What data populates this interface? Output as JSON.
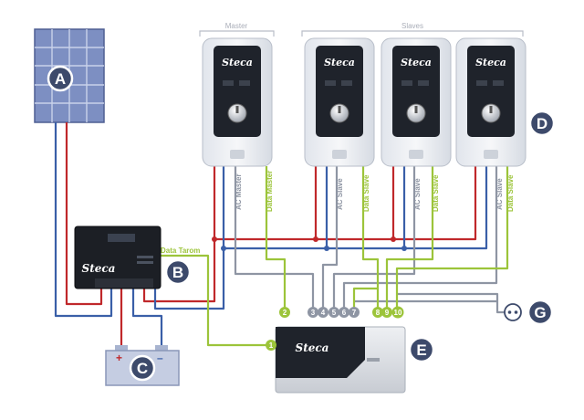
{
  "groups": {
    "master": "Master",
    "slaves": "Slaves"
  },
  "badges": {
    "a": "A",
    "b": "B",
    "c": "C",
    "d": "D",
    "e": "E",
    "g": "G"
  },
  "brand": "Steca",
  "battery": {
    "plus": "+",
    "minus": "–"
  },
  "cable_labels": {
    "ac_master": "AC Master",
    "data_master": "Data Master",
    "ac_slave": "AC Slave",
    "data_slave": "Data Slave",
    "data_tarom": "Data Tarom"
  },
  "ports": [
    "1",
    "2",
    "3",
    "4",
    "5",
    "6",
    "7",
    "8",
    "9",
    "10"
  ],
  "colors": {
    "solar_dc": "#c0282b",
    "dc_blue": "#3a5fa8",
    "data_green": "#9cc43a",
    "ac_gray": "#8e95a3",
    "badge_fill": "#3d4a6b",
    "panel_blue": "#6b7fb5"
  }
}
